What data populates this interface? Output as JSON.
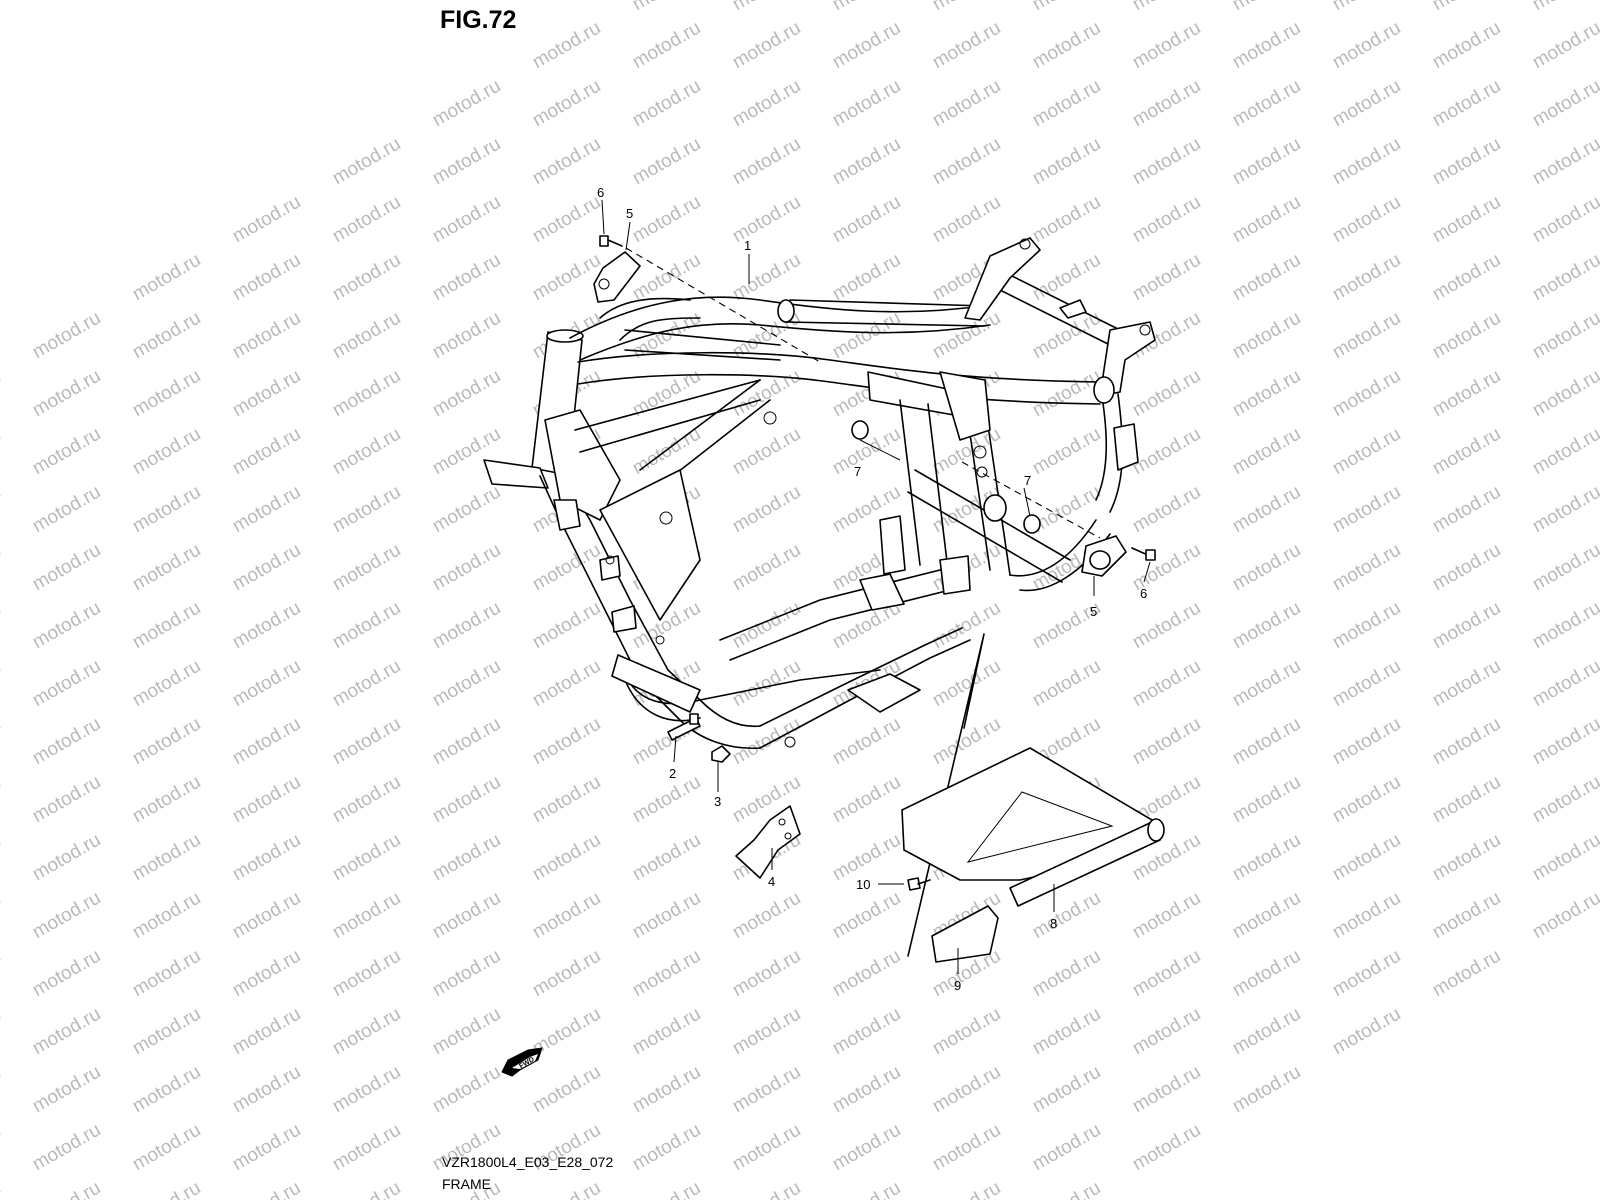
{
  "figure_title": "FIG.72",
  "diagram_code": "VZR1800L4_E03_E28_072",
  "diagram_caption": "FRAME",
  "direction_label": "FWD",
  "watermark": "motod.ru",
  "callouts": {
    "c1": "1",
    "c2": "2",
    "c3": "3",
    "c4": "4",
    "c5a": "5",
    "c5b": "5",
    "c6a": "6",
    "c6b": "6",
    "c7a": "7",
    "c7b": "7",
    "c8": "8",
    "c9": "9",
    "c10": "10"
  }
}
